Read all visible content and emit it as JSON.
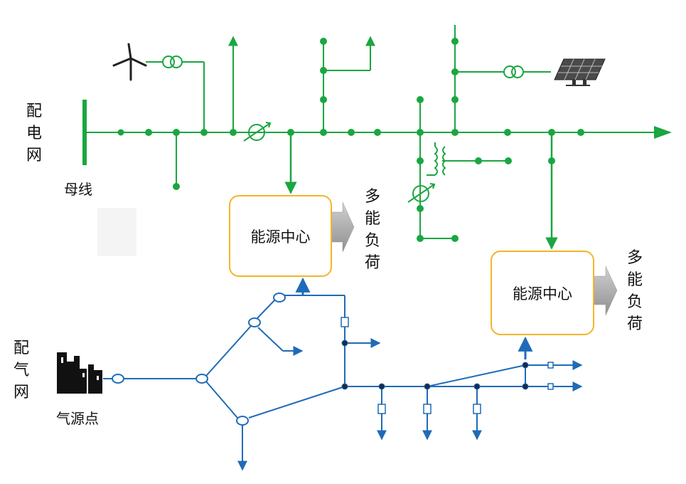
{
  "grid_label": [
    "配",
    "电",
    "网"
  ],
  "gas_label": [
    "配",
    "气",
    "网"
  ],
  "busbar_label": "母线",
  "gas_source_label": "气源点",
  "energy_center_1": "能源中心",
  "energy_center_2": "能源中心",
  "load_label_1": [
    "多",
    "能",
    "负",
    "荷"
  ],
  "load_label_2": [
    "多",
    "能",
    "负",
    "荷"
  ],
  "colors": {
    "power": "#1aa641",
    "gas": "#1f6bb8",
    "energy_center_border": "#f2b52a",
    "arrow_gray": "#a9a9a9"
  },
  "icons": [
    "wind-turbine-icon",
    "solar-panel-icon",
    "gas-source-icon",
    "transformer-icon",
    "phase-shifter-icon",
    "valve-icon"
  ]
}
